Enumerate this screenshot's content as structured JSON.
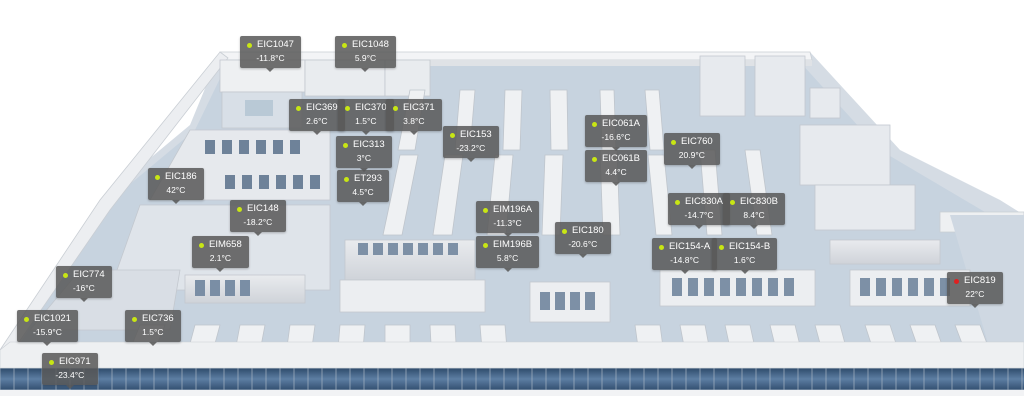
{
  "colors": {
    "ok": "#c8e614",
    "alert": "#e02020"
  },
  "sensors": [
    {
      "id": "s1",
      "name": "EIC1047",
      "value": "-11.8°C",
      "status": "ok"
    },
    {
      "id": "s2",
      "name": "EIC1048",
      "value": "5.9°C",
      "status": "ok"
    },
    {
      "id": "s3",
      "name": "EIC369",
      "value": "2.6°C",
      "status": "ok"
    },
    {
      "id": "s4",
      "name": "EIC370",
      "value": "1.5°C",
      "status": "ok"
    },
    {
      "id": "s5",
      "name": "EIC371",
      "value": "3.8°C",
      "status": "ok"
    },
    {
      "id": "s6",
      "name": "EIC153",
      "value": "-23.2°C",
      "status": "ok"
    },
    {
      "id": "s7",
      "name": "EIC061A",
      "value": "-16.6°C",
      "status": "ok"
    },
    {
      "id": "s8",
      "name": "EIC760",
      "value": "20.9°C",
      "status": "ok"
    },
    {
      "id": "s9",
      "name": "EIC313",
      "value": "3°C",
      "status": "ok"
    },
    {
      "id": "s10",
      "name": "EIC061B",
      "value": "4.4°C",
      "status": "ok"
    },
    {
      "id": "s11",
      "name": "EIC186",
      "value": "42°C",
      "status": "ok"
    },
    {
      "id": "s12",
      "name": "ET293",
      "value": "4.5°C",
      "status": "ok"
    },
    {
      "id": "s13",
      "name": "EIC148",
      "value": "-18.2°C",
      "status": "ok"
    },
    {
      "id": "s14",
      "name": "EIC830A",
      "value": "-14.7°C",
      "status": "ok"
    },
    {
      "id": "s15",
      "name": "EIC830B",
      "value": "8.4°C",
      "status": "ok"
    },
    {
      "id": "s16",
      "name": "EIM196A",
      "value": "-11.3°C",
      "status": "ok"
    },
    {
      "id": "s17",
      "name": "EIC180",
      "value": "-20.6°C",
      "status": "ok"
    },
    {
      "id": "s18",
      "name": "EIM658",
      "value": "2.1°C",
      "status": "ok"
    },
    {
      "id": "s19",
      "name": "EIM196B",
      "value": "5.8°C",
      "status": "ok"
    },
    {
      "id": "s20",
      "name": "EIC154-A",
      "value": "-14.8°C",
      "status": "ok"
    },
    {
      "id": "s21",
      "name": "EIC154-B",
      "value": "1.6°C",
      "status": "ok"
    },
    {
      "id": "s22",
      "name": "EIC774",
      "value": "-16°C",
      "status": "ok"
    },
    {
      "id": "s23",
      "name": "EIC819",
      "value": "22°C",
      "status": "alert"
    },
    {
      "id": "s24",
      "name": "EIC1021",
      "value": "-15.9°C",
      "status": "ok"
    },
    {
      "id": "s25",
      "name": "EIC736",
      "value": "1.5°C",
      "status": "ok"
    },
    {
      "id": "s26",
      "name": "EIC971",
      "value": "-23.4°C",
      "status": "ok"
    }
  ]
}
